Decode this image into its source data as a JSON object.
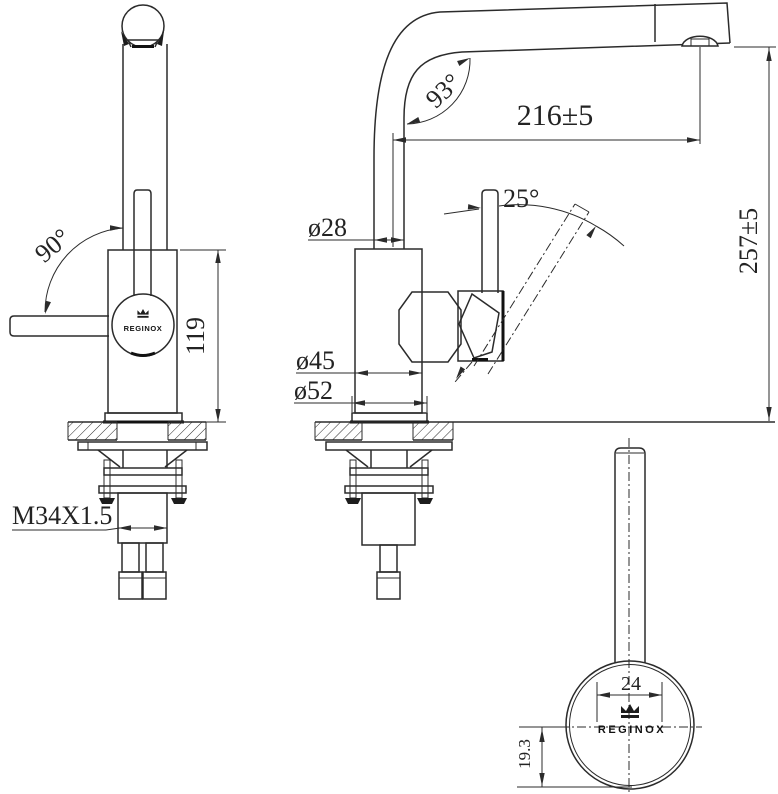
{
  "drawing": {
    "background": "#ffffff",
    "line_color": "#2b2b2b",
    "side_view": {
      "handle_rotation_label": "90°",
      "body_height_label": "119",
      "thread_label": "M34X1.5",
      "logo_text": "REGINOX"
    },
    "front_view": {
      "spout_bend_angle_label": "93°",
      "spout_reach_label": "216±5",
      "total_height_label": "257±5",
      "spout_tube_diameter_label": "ø28",
      "handle_tilt_label": "25°",
      "body_diameter_label": "ø45",
      "base_diameter_label": "ø52"
    },
    "top_view": {
      "spout_width_label": "24",
      "offset_label": "19.3",
      "logo_text": "REGINOX"
    }
  }
}
